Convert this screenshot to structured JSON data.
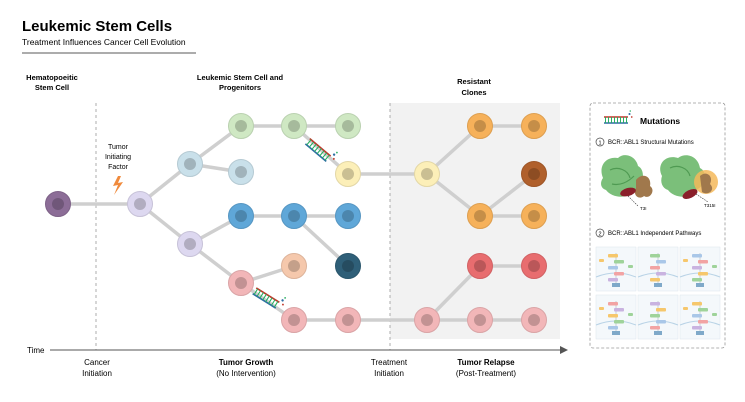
{
  "header": {
    "title": "Leukemic Stem Cells",
    "subtitle": "Treatment Influences Cancer Cell Evolution"
  },
  "columns": {
    "hsc": [
      "Hematopoeitic",
      "Stem Cell"
    ],
    "lsc": [
      "Leukemic Stem Cell and",
      "Progenitors"
    ],
    "resistant": [
      "Resistant",
      "Clones"
    ]
  },
  "factor_label": [
    "Tumor",
    "Initiating",
    "Factor"
  ],
  "timeline": {
    "axis_label": "Time",
    "phases": [
      {
        "lines": [
          "Cancer",
          "Initiation"
        ],
        "bold": false
      },
      {
        "lines": [
          "Tumor Growth",
          "(No Intervention)"
        ],
        "bold": true
      },
      {
        "lines": [
          "Treatment",
          "Initiation"
        ],
        "bold": false
      },
      {
        "lines": [
          "Tumor Relapse",
          "(Post-Treatment)"
        ],
        "bold": true
      }
    ]
  },
  "mutations_panel": {
    "title": "Mutations",
    "section1_num": "1",
    "section1": "BCR::ABL1 Structural Mutations",
    "mut1": "T3I",
    "mut2": "T315I",
    "section2_num": "2",
    "section2": "BCR::ABL1 Independent Pathways"
  },
  "colors": {
    "purple": "#8c6d97",
    "lavender": "#ddd8f0",
    "lightblue": "#c9e0ea",
    "blue": "#5fa7d8",
    "green": "#cfe8c3",
    "yellow": "#fcefb8",
    "peach": "#f5c8ac",
    "pink": "#f2b6b8",
    "orange": "#f6b15a",
    "brown": "#b0602c",
    "darkteal": "#2f5f78",
    "red": "#e86d6f"
  }
}
